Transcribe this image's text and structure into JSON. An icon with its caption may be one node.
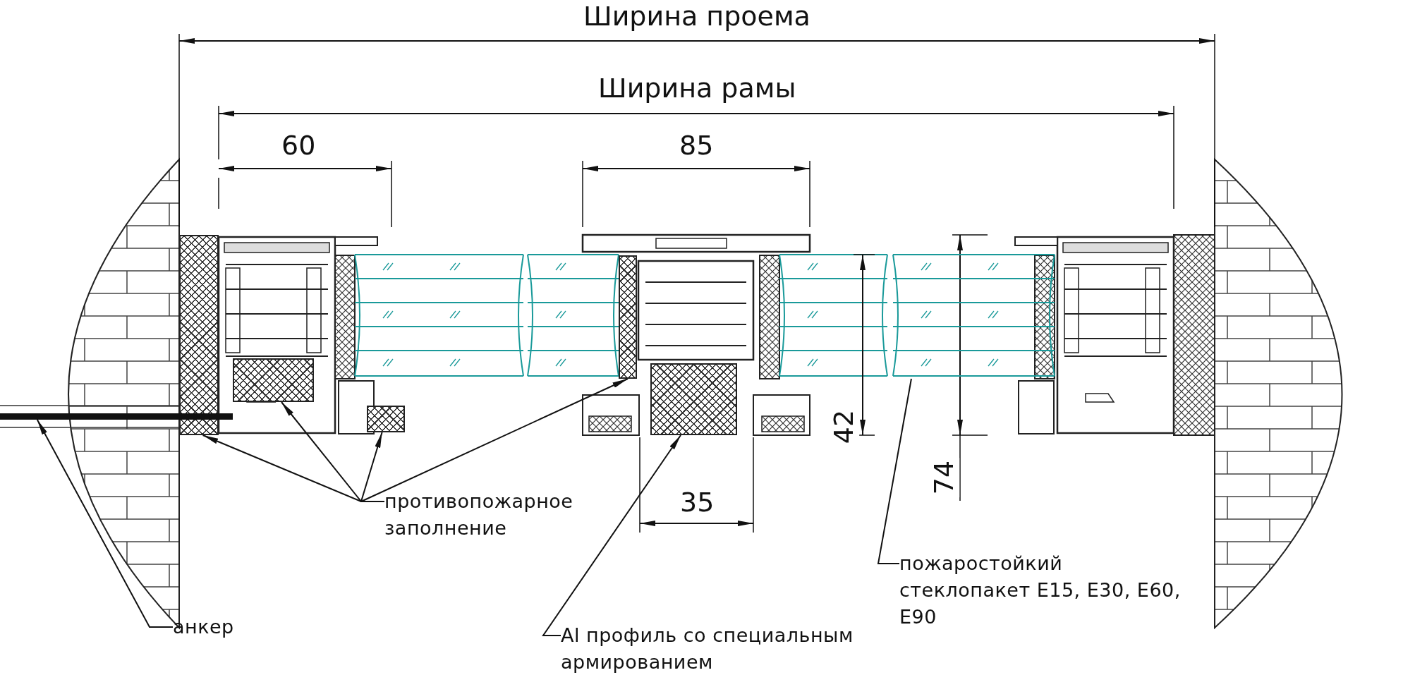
{
  "diagram": {
    "nodes": [
      {
        "text": [
          "противопожарное заполнение"
        ]
      },
      {
        "text": [
          "анкер"
        ]
      },
      {
        "text": [
          "Al профиль со специальным армированием"
        ]
      },
      {
        "text": [
          "пожаростойкий стеклопакет E15, E30, E60, E90"
        ]
      },
      {
        "text": [],
        "shape": "box"
      },
      {
        "text": [],
        "shape": "box"
      },
      {
        "text": [],
        "shape": "box"
      },
      {
        "text": [],
        "shape": "box"
      },
      {
        "text": [],
        "shape": "bar"
      },
      {
        "text": [],
        "shape": "box"
      },
      {
        "text": [],
        "shape": "box"
      }
    ],
    "edges": [
      {
        "from": 0,
        "to": 4,
        "arrow": "to"
      },
      {
        "from": 0,
        "to": 5,
        "arrow": "to"
      },
      {
        "from": 0,
        "to": 6,
        "arrow": "to"
      },
      {
        "from": 0,
        "to": 7,
        "arrow": "to"
      },
      {
        "from": 1,
        "to": 8,
        "arrow": "to"
      },
      {
        "from": 2,
        "to": 9,
        "arrow": "to"
      },
      {
        "from": 3,
        "to": 10,
        "arrow": "none"
      }
    ],
    "labels": [
      "Ширина проема",
      "Ширина рамы",
      "60",
      "85",
      "35",
      "42",
      "74"
    ]
  }
}
